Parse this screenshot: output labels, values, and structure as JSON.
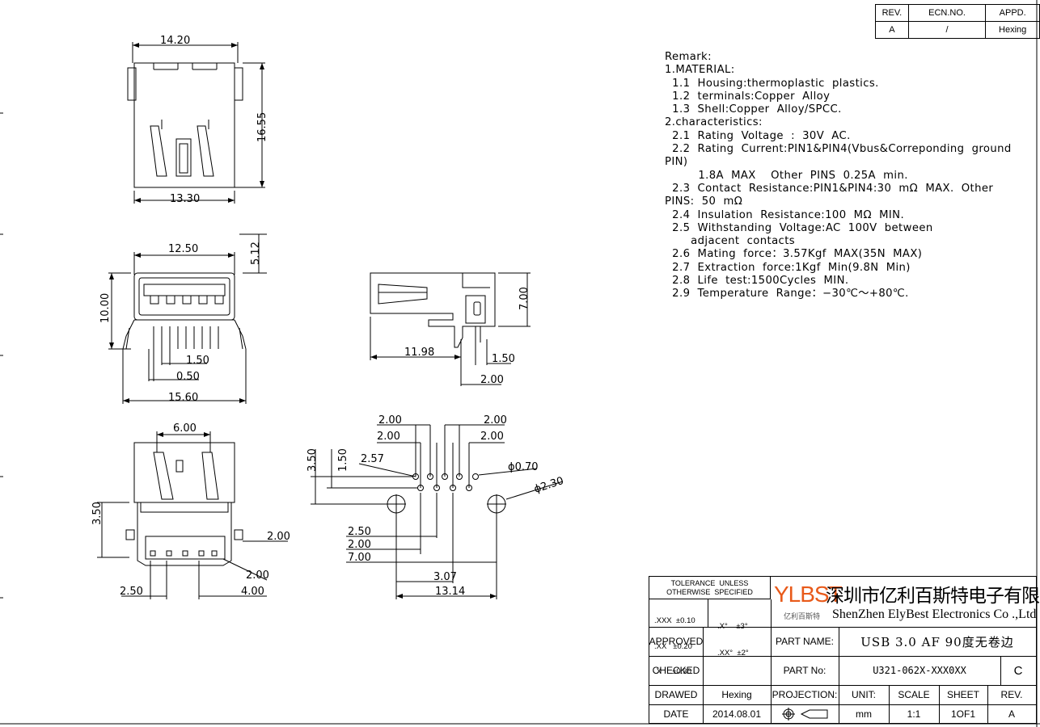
{
  "revision_table": {
    "headers": [
      "REV.",
      "ECN.NO.",
      "APPD."
    ],
    "row": [
      "A",
      "/",
      "Hexing"
    ]
  },
  "remarks": [
    "Remark:",
    "1.MATERIAL:",
    "  1.1  Housing:thermoplastic  plastics.",
    "  1.2  terminals:Copper  Alloy",
    "  1.3  Shell:Copper  Alloy/SPCC.",
    "2.characteristics:",
    "  2.1  Rating  Voltage  :  30V  AC.",
    "  2.2  Rating  Current:PIN1&PIN4(Vbus&Correponding  ground",
    "PIN)",
    "         1.8A  MAX    Other  PINS  0.25A  min.",
    "  2.3  Contact  Resistance:PIN1&PIN4:30  mΩ  MAX.  Other",
    "PINS:  50  mΩ",
    "  2.4  Insulation  Resistance:100  MΩ  MIN.",
    "  2.5  Withstanding  Voltage:AC  100V  between",
    "       adjacent  contacts",
    "  2.6  Mating  force：3.57Kgf  MAX(35N  MAX)",
    "  2.7  Extraction  force:1Kgf  Min(9.8N  Min)",
    "  2.8  Life  test:1500Cycles  MIN.",
    "  2.9  Temperature  Range：−30℃～+80℃."
  ],
  "dimensions": {
    "top_view": {
      "width_top": "14.20",
      "height": "16.55",
      "width_bottom": "13.30"
    },
    "front_view": {
      "opening_width": "12.50",
      "top_offset": "5.12",
      "height": "10.00",
      "pin_pitch": "1.50",
      "pin_width": "0.50",
      "total_width": "15.60"
    },
    "side_view": {
      "height": "7.00",
      "depth": "11.98",
      "pin_offset": "1.50",
      "pin_span": "2.00"
    },
    "bottom_view": {
      "spring_spacing": "6.00",
      "height": "3.50",
      "right_offset": "2.00",
      "right_offset_2": "2.00",
      "left_width": "2.50",
      "right_width": "4.00"
    },
    "pcb_layout": {
      "top_left_1": "2.00",
      "top_right_1": "2.00",
      "top_left_2": "2.00",
      "top_right_2": "2.00",
      "offset": "2.57",
      "v_1": "3.50",
      "v_2": "1.50",
      "small_hole": "ϕ0.70",
      "large_hole": "ϕ2.30",
      "b_1": "2.50",
      "b_2": "2.00",
      "b_3": "7.00",
      "b_4": "3.07",
      "b_5": "13.14"
    }
  },
  "title_block": {
    "tolerance_title": "TOLERANCE  UNLESS\nOTHERWISE  SPECIFIED",
    "tolerances_left": [
      ".XXX  ±0.10",
      ".XX   ±0.20",
      ".X     ±0.30"
    ],
    "tolerances_right": [
      ".X°    ±3°",
      ".XX°  ±2°"
    ],
    "logo_letters": "YLBST",
    "logo_sub": "亿利百斯特",
    "company_cn": "深圳市亿利百斯特电子有限公司",
    "company_en": "ShenZhen ElyBest Electronics Co .,Ltd",
    "approved_label": "APPROVED",
    "checked_label": "CHECKED",
    "drawed_label": "DRAWED",
    "drawed_value": "Hexing",
    "date_label": "DATE",
    "date_value": "2014.08.01",
    "part_name_label": "PART NAME:",
    "part_name_value": "USB 3.0 AF 90度无卷边",
    "part_no_label": "PART No:",
    "part_no_value": "U321-062X-XXX0XX",
    "part_rev": "C",
    "projection_label": "PROJECTION:",
    "unit_label": "UNIT:",
    "unit_value": "mm",
    "scale_label": "SCALE",
    "scale_value": "1:1",
    "sheet_label": "SHEET",
    "sheet_value": "1OF1",
    "rev_label": "REV.",
    "rev_value": "A"
  }
}
